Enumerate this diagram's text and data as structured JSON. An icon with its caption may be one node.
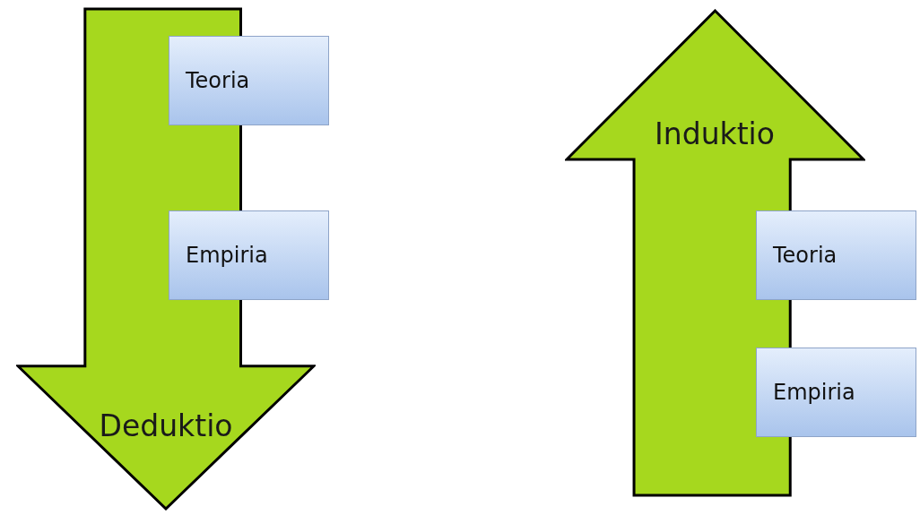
{
  "diagram": {
    "nodes": [
      {
        "text": [
          "Deduktio"
        ]
      },
      {
        "text": [
          "Teoria"
        ]
      },
      {
        "text": [
          "Empiria"
        ]
      },
      {
        "text": [
          "Induktio"
        ]
      },
      {
        "text": [
          "Teoria"
        ]
      },
      {
        "text": [
          "Empiria"
        ]
      }
    ]
  }
}
